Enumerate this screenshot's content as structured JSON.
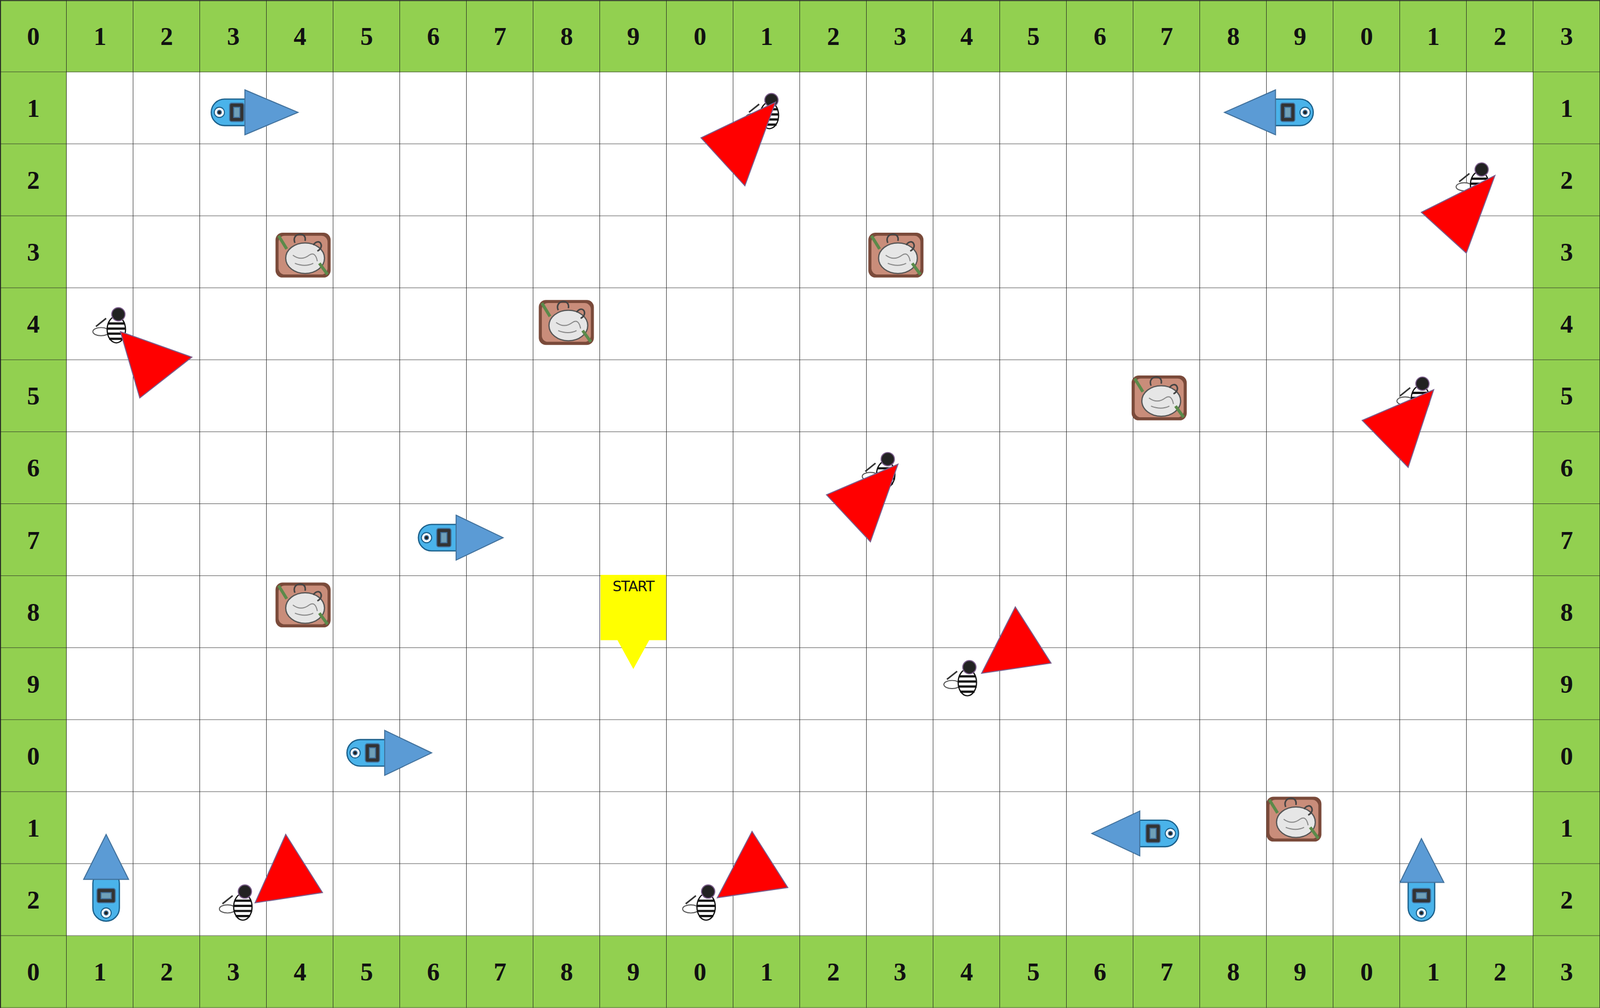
{
  "diagram": {
    "nodes": [
      {
        "text": [
          "START"
        ]
      }
    ],
    "labels": [
      "0",
      "1",
      "2",
      "3",
      "4",
      "5",
      "6",
      "7",
      "8",
      "9",
      "0",
      "1",
      "2",
      "3",
      "4",
      "5",
      "6",
      "7",
      "8",
      "9",
      "0",
      "1",
      "2",
      "3",
      "1",
      "1",
      "2",
      "2",
      "3",
      "3",
      "4",
      "4",
      "5",
      "5",
      "6",
      "6",
      "7",
      "7",
      "8",
      "8",
      "9",
      "9",
      "0",
      "0",
      "1",
      "1",
      "2",
      "2",
      "0",
      "1",
      "2",
      "3",
      "4",
      "5",
      "6",
      "7",
      "8",
      "9",
      "0",
      "1",
      "2",
      "3",
      "4",
      "5",
      "6",
      "7",
      "8",
      "9",
      "0",
      "1",
      "2",
      "3"
    ]
  }
}
